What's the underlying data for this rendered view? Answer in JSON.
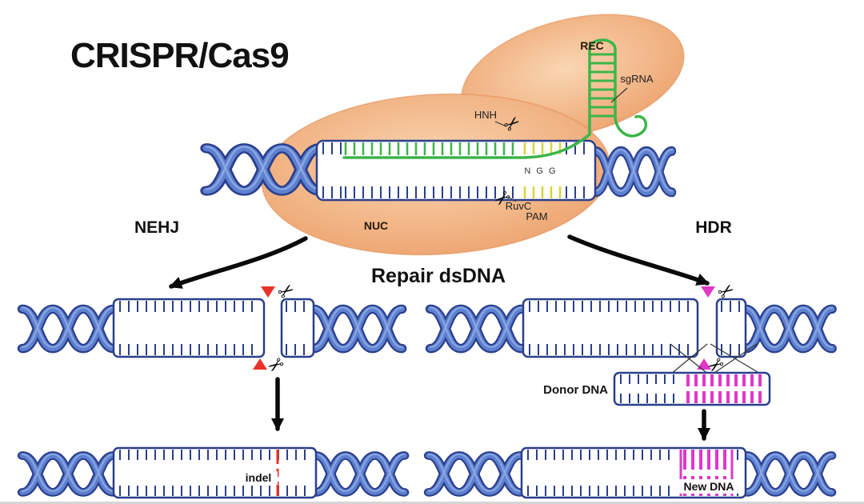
{
  "title": "CRISPR/Cas9",
  "complex": {
    "rec_label": "REC",
    "nuc_label": "NUC",
    "sgrna_label": "sgRNA",
    "hnh_label": "HNH",
    "ruvc_label": "RuvC",
    "ngg_label": "N G G",
    "pam_label": "PAM"
  },
  "pathways": {
    "left_label": "NEHJ",
    "right_label": "HDR",
    "center_label": "Repair dsDNA"
  },
  "outcomes": {
    "indel_label": "indel",
    "donor_label": "Donor DNA",
    "new_dna_label": "New DNA"
  },
  "icons": {
    "scissors": "✂"
  },
  "colors": {
    "protein_light": "#f9d6b2",
    "protein_dark": "#eb9a62",
    "protein_edge": "#e0854b",
    "dna_dark": "#2b3f8c",
    "dna_mid": "#5d80cf",
    "dna_light": "#93aee6",
    "tick": "#2b3f8c",
    "green": "#3cb54a",
    "yellow": "#d8d43c",
    "red": "#e8332a",
    "magenta": "#e038c8",
    "scissors": "#5152a8",
    "arrow": "#0a0a0a",
    "text": "#1a1a1a"
  }
}
